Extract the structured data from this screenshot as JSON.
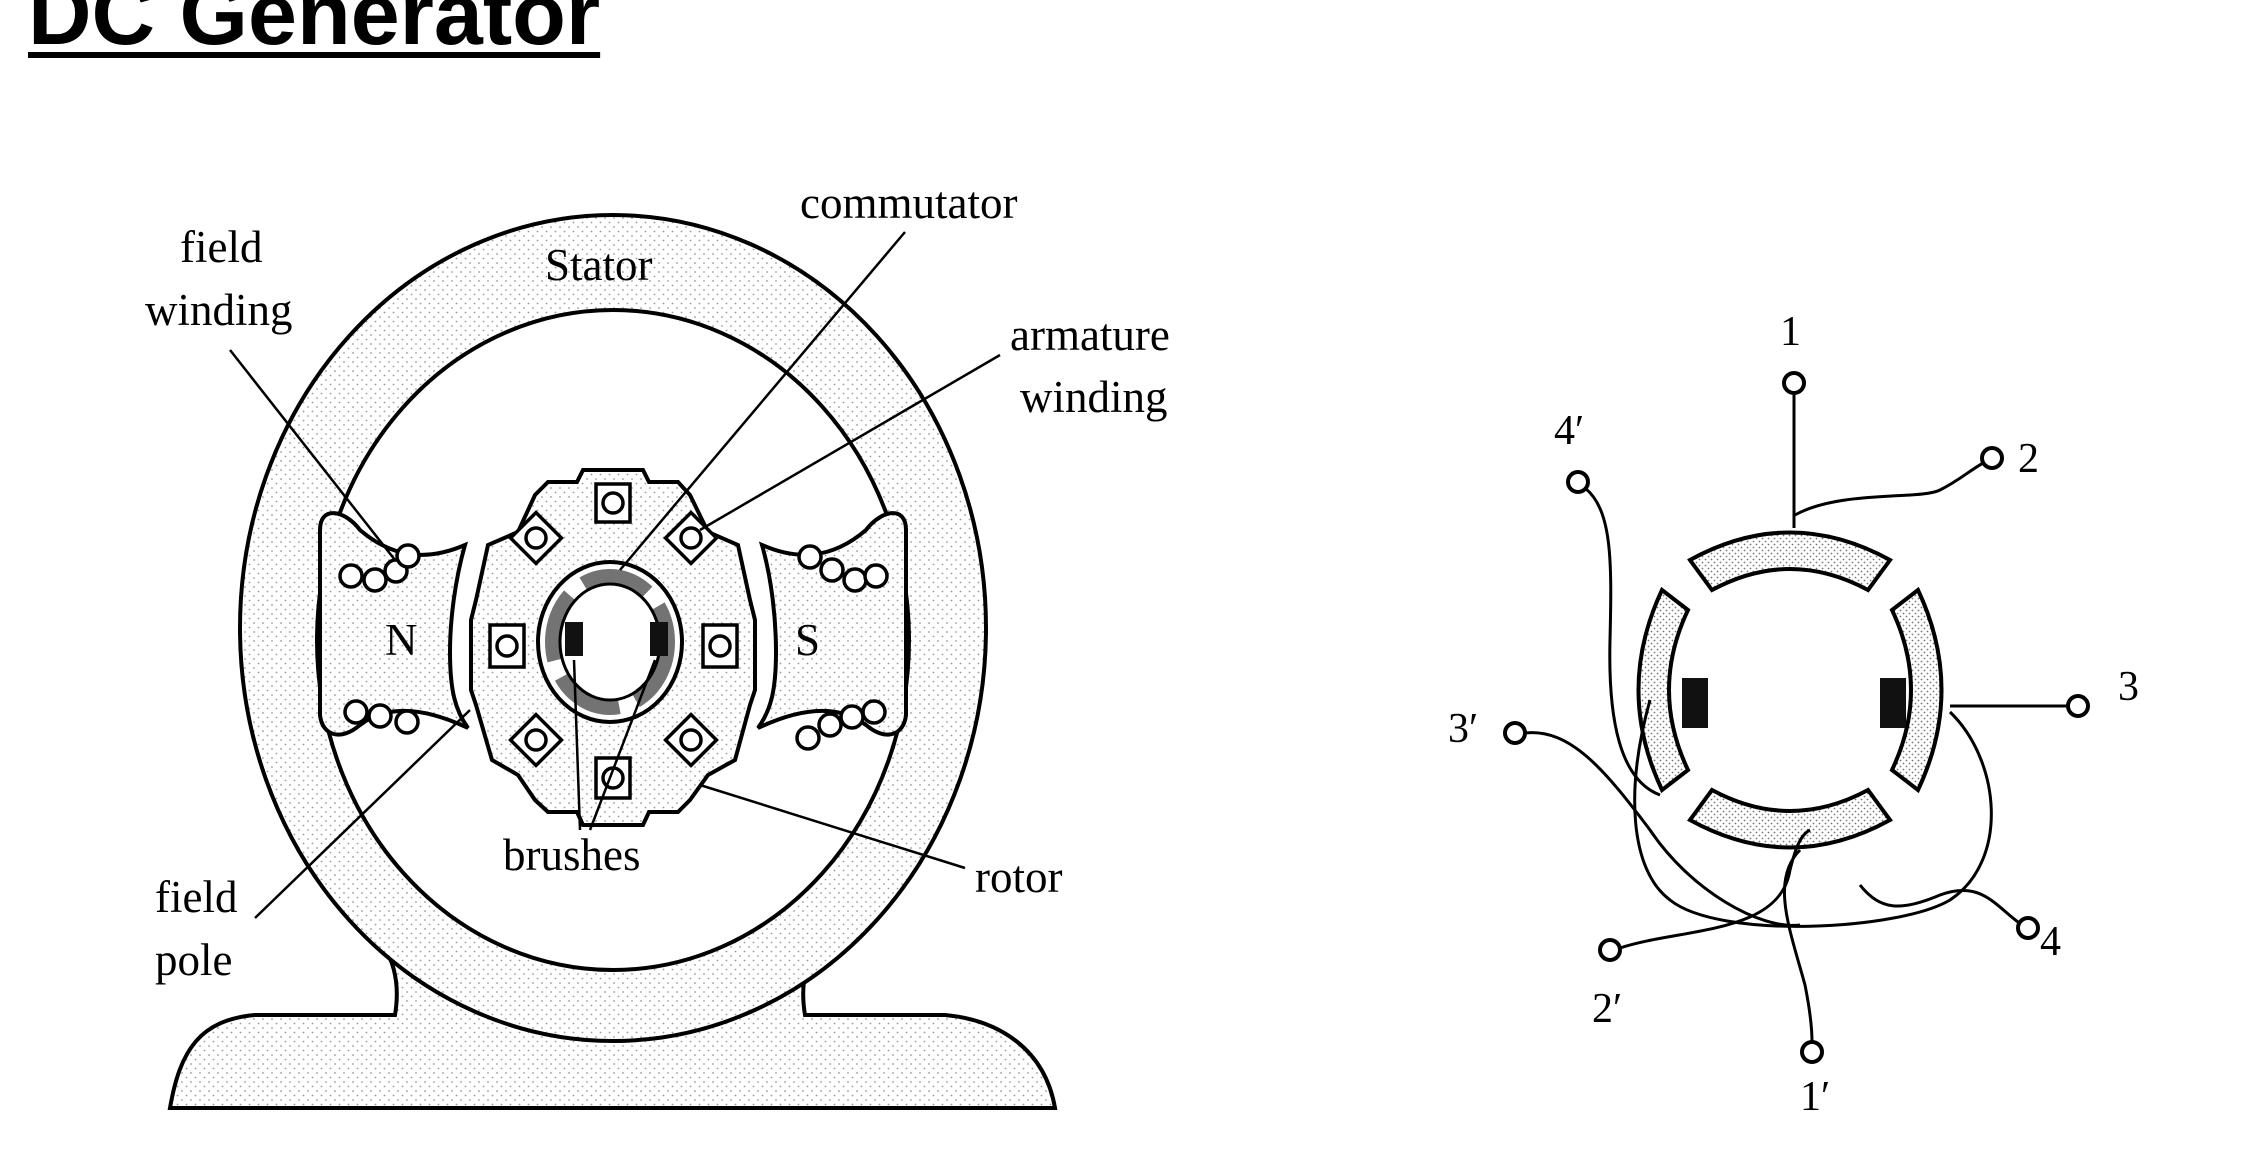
{
  "title": "DC Generator",
  "machine_diagram": {
    "labels": {
      "field_winding_line1": "field",
      "field_winding_line2": "winding",
      "stator": "Stator",
      "commutator": "commutator",
      "armature_winding_line1": "armature",
      "armature_winding_line2": "winding",
      "pole_north": "N",
      "pole_south": "S",
      "brushes": "brushes",
      "rotor": "rotor",
      "field_pole_line1": "field",
      "field_pole_line2": "pole"
    }
  },
  "commutator_diagram": {
    "terminals": {
      "t1": "1",
      "t2": "2",
      "t3": "3",
      "t4": "4",
      "t1p": "1′",
      "t2p": "2′",
      "t3p": "3′",
      "t4p": "4′"
    }
  }
}
